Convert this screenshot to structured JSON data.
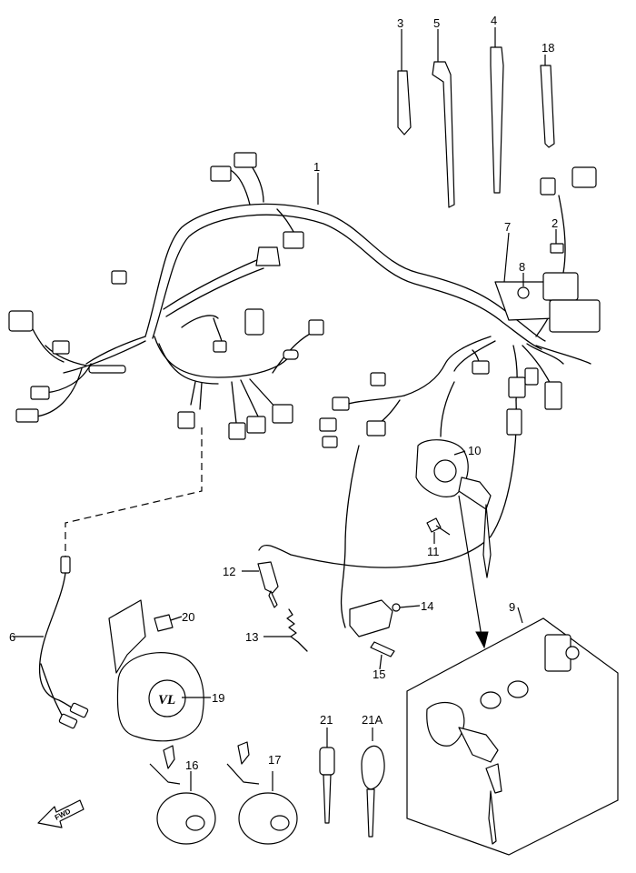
{
  "callouts": {
    "c1": "1",
    "c2": "2",
    "c3": "3",
    "c4": "4",
    "c5": "5",
    "c6": "6",
    "c7": "7",
    "c8": "8",
    "c9": "9",
    "c10": "10",
    "c11": "11",
    "c12": "12",
    "c13": "13",
    "c14": "14",
    "c15": "15",
    "c16": "16",
    "c17": "17",
    "c18": "18",
    "c19": "19",
    "c20": "20",
    "c21": "21",
    "c21a": "21A"
  },
  "direction_arrow_text": "FWD",
  "horn_logo_text": "VL",
  "colors": {
    "line": "#000000",
    "background": "#ffffff"
  }
}
